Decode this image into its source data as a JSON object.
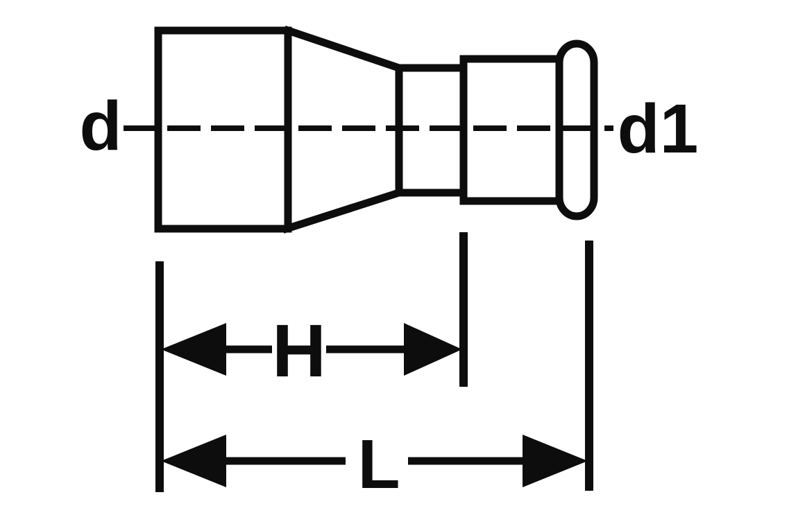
{
  "diagram": {
    "type": "technical-drawing",
    "subject": "pipe reducer fitting, side profile view with centerline and dimension lines",
    "labels": {
      "large_end_diameter": "d",
      "small_end_diameter": "d1",
      "reduction_length": "H",
      "overall_length": "L"
    },
    "colors": {
      "line": "#0d0d0d",
      "background": "#ffffff"
    }
  }
}
